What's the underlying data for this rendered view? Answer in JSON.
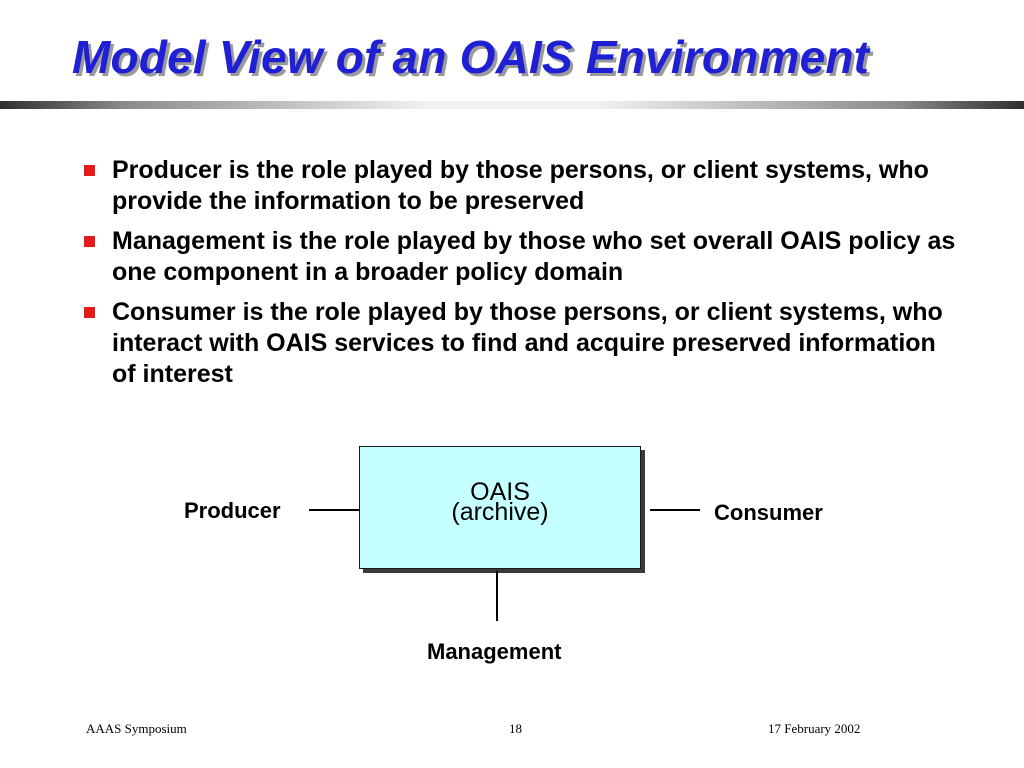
{
  "slide": {
    "title": "Model View of an OAIS Environment",
    "bullets": [
      "Producer is the role played by those persons, or client systems, who provide the information to be preserved",
      "Management is the role played by those who set overall OAIS policy as one component in a broader policy domain",
      "Consumer is the role played by those persons, or client systems, who interact with OAIS services to find and acquire preserved information of interest"
    ]
  },
  "diagram": {
    "archive": {
      "line1": "OAIS",
      "line2": "(archive)"
    },
    "roles": {
      "producer": "Producer",
      "consumer": "Consumer",
      "management": "Management"
    }
  },
  "footer": {
    "left": "AAAS Symposium",
    "center": "18",
    "right": "17 February 2002"
  },
  "colors": {
    "title": "#1f1fd6",
    "bullet_marker": "#e31b1b",
    "archive_fill": "#c6ffff"
  }
}
